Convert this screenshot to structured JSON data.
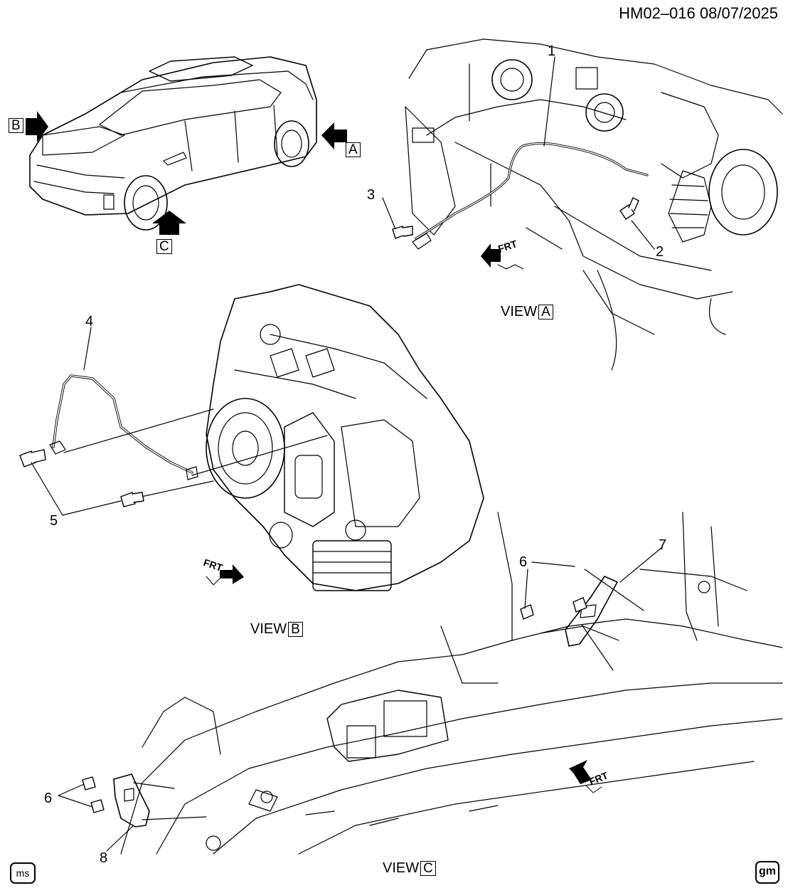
{
  "header": {
    "code": "HM02–016",
    "date": "08/07/2025"
  },
  "callouts": [
    "1",
    "2",
    "3",
    "4",
    "5",
    "6",
    "6",
    "7",
    "8"
  ],
  "views": {
    "a": {
      "label": "VIEW",
      "letter": "A"
    },
    "b": {
      "label": "VIEW",
      "letter": "B"
    },
    "c": {
      "label": "VIEW",
      "letter": "C"
    }
  },
  "vehicle_arrows": {
    "a": "A",
    "b": "B",
    "c": "C"
  },
  "frt_label": "FRT",
  "logos": {
    "left": "ms",
    "right": "gm"
  },
  "icons": [
    "vehicle-suv-icon",
    "view-arrow-icon",
    "frt-arrow-icon",
    "bolt-icon",
    "ground-strap-icon",
    "bracket-icon"
  ]
}
